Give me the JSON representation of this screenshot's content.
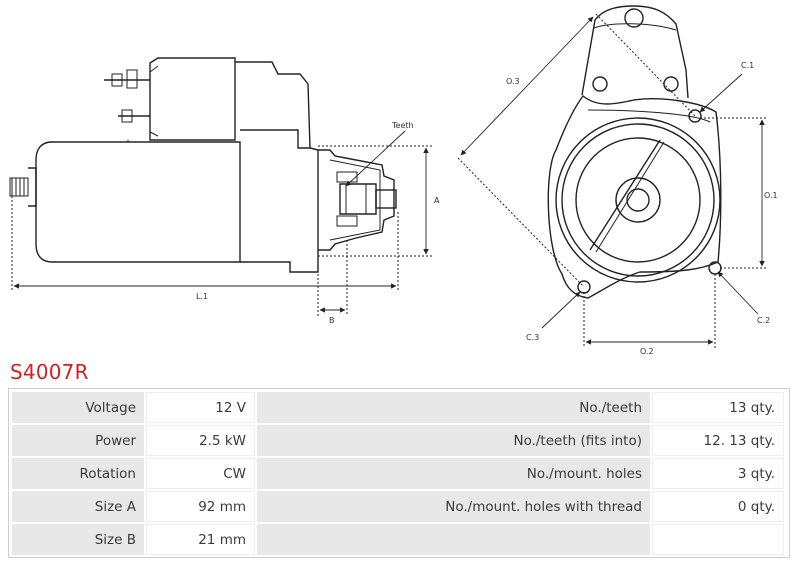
{
  "drawing": {
    "teeth_label": "Teeth",
    "a_label": "A",
    "b_label": "B",
    "l1_label": "L.1",
    "o1_label": "O.1",
    "o2_label": "O.2",
    "o3_label": "O.3",
    "c1_label": "C.1",
    "c2_label": "C.2",
    "c3_label": "C.3"
  },
  "product": {
    "code": "S4007R"
  },
  "specs": {
    "rows": [
      {
        "label": "Voltage",
        "value": "12 V",
        "label2": "No./teeth",
        "value2": "13 qty."
      },
      {
        "label": "Power",
        "value": "2.5 kW",
        "label2": "No./teeth (fits into)",
        "value2": "12. 13 qty."
      },
      {
        "label": "Rotation",
        "value": "CW",
        "label2": "No./mount. holes",
        "value2": "3 qty."
      },
      {
        "label": "Size A",
        "value": "92 mm",
        "label2": "No./mount. holes with thread",
        "value2": "0 qty."
      },
      {
        "label": "Size B",
        "value": "21 mm",
        "label2": "",
        "value2": ""
      }
    ]
  },
  "colors": {
    "title": "#d32020",
    "label_bg": "#e8e8e8"
  }
}
